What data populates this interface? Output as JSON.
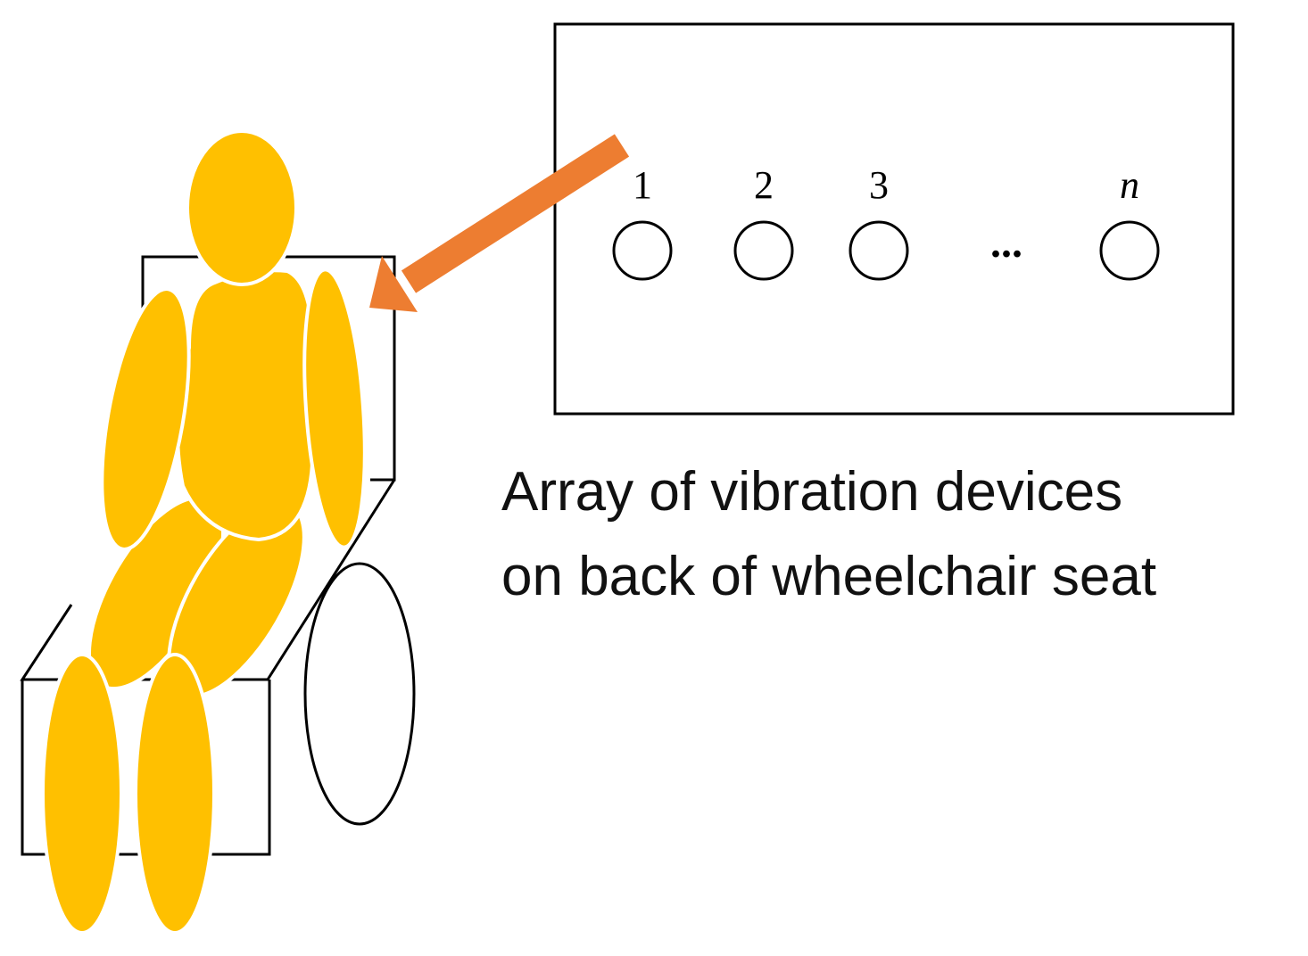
{
  "colors": {
    "body": "#FFC000",
    "arrow": "#ED7D31",
    "outline": "#000000",
    "background": "#FFFFFF"
  },
  "panel": {
    "device_labels": [
      "1",
      "2",
      "3",
      "n"
    ],
    "ellipsis": "..."
  },
  "caption": {
    "line1": "Array of vibration devices",
    "line2": "on back of wheelchair seat"
  }
}
